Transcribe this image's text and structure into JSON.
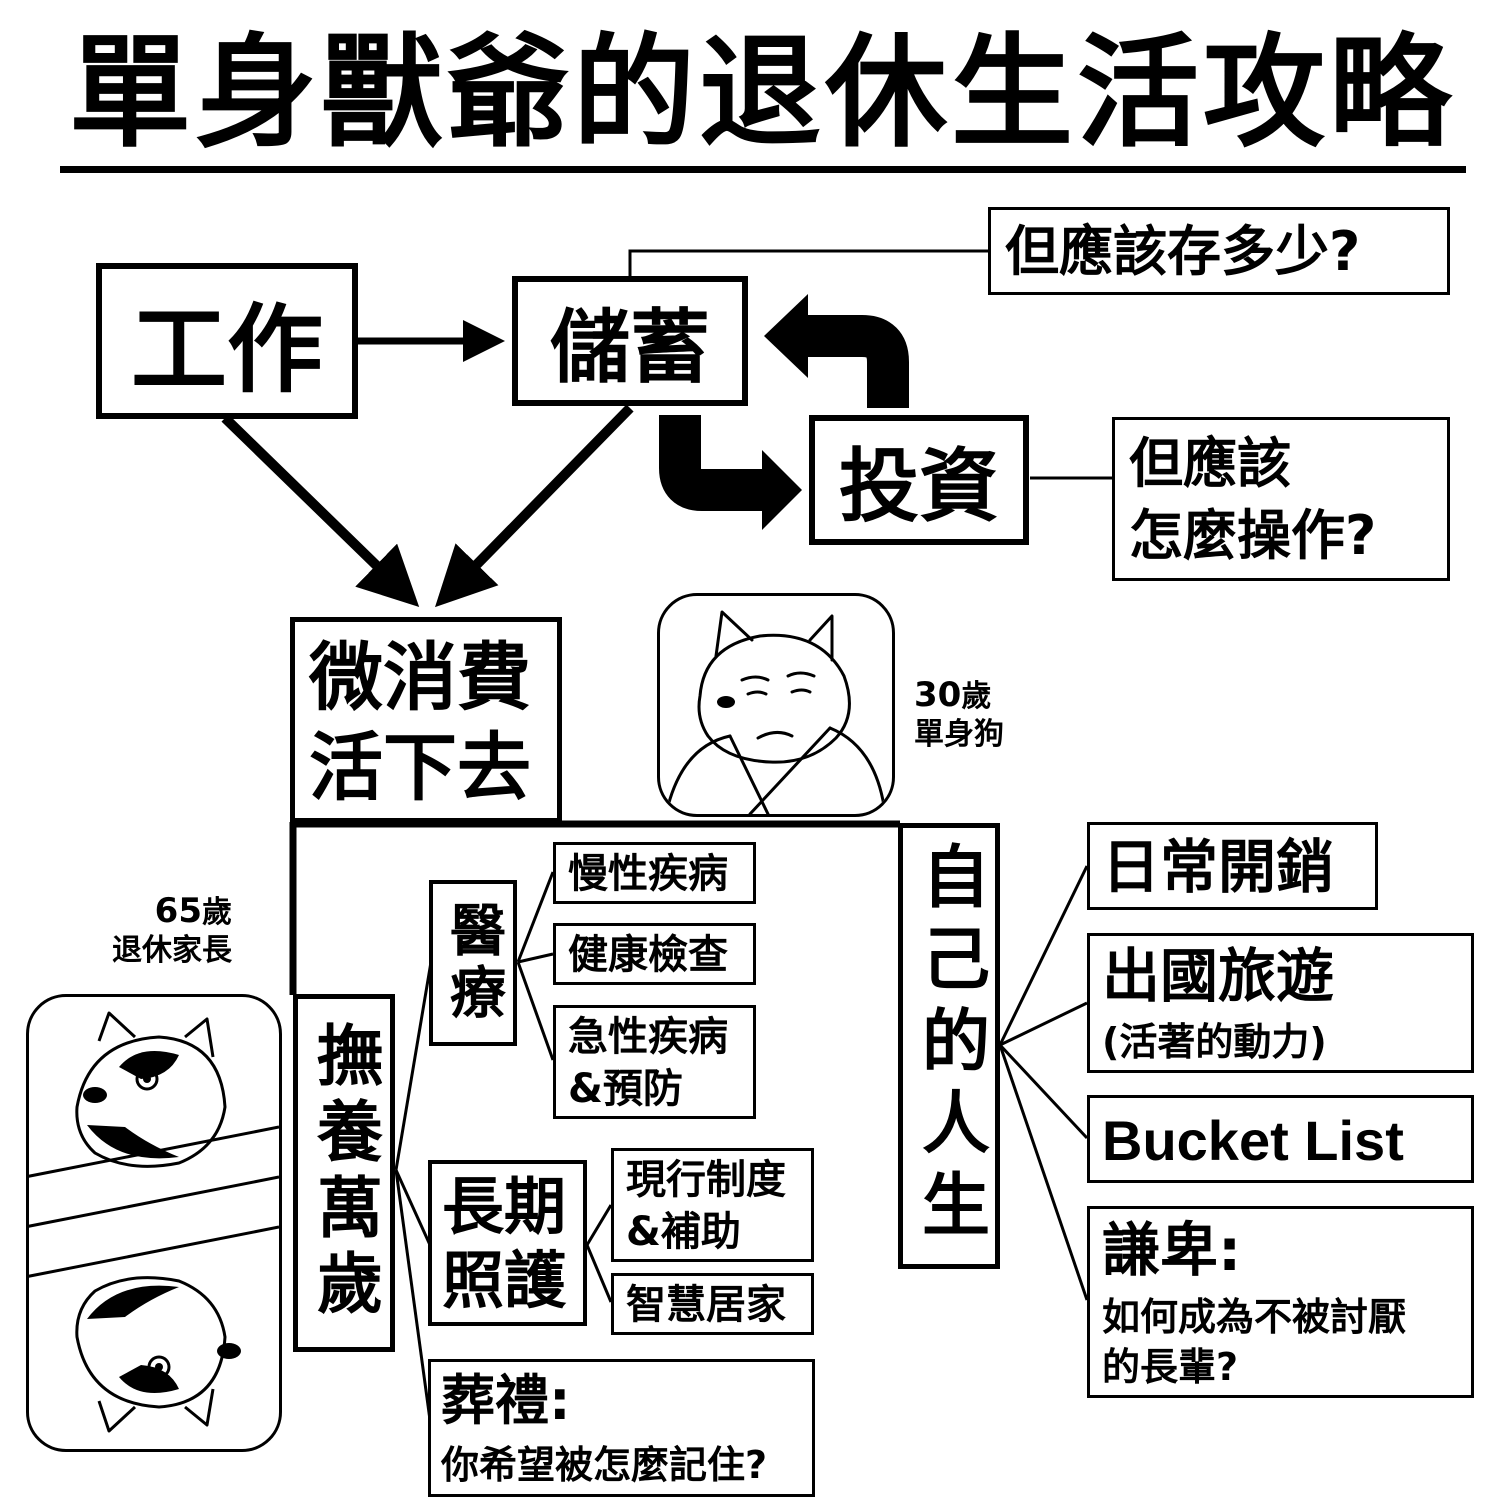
{
  "title": "單身獸爺的退休生活攻略",
  "nodes": {
    "work": "工作",
    "savings": "儲蓄",
    "invest": "投資",
    "frugal_line1": "微消費",
    "frugal_line2": "活下去",
    "own_life": "自己的人生",
    "support_elders": "撫養萬歲",
    "medical": "醫療",
    "long_term_care_line1": "長期",
    "long_term_care_line2": "照護"
  },
  "questions": {
    "how_much": "但應該存多少?",
    "how_operate_line1": "但應該",
    "how_operate_line2": "怎麼操作?"
  },
  "medical_items": {
    "chronic": "慢性疾病",
    "checkup": "健康檢查",
    "acute_line1": "急性疾病",
    "acute_line2": "&預防"
  },
  "care_items": {
    "policy_line1": "現行制度",
    "policy_line2": "&補助",
    "smart_home": "智慧居家"
  },
  "funeral": {
    "heading": "葬禮:",
    "sub": "你希望被怎麼記住?"
  },
  "life_items": {
    "daily": "日常開銷",
    "travel": "出國旅遊",
    "travel_sub": "(活著的動力)",
    "bucket": "Bucket List",
    "humble_heading": "謙卑:",
    "humble_sub_line1": "如何成為不被討厭",
    "humble_sub_line2": "的長輩?"
  },
  "characters": {
    "young": {
      "age": "30",
      "age_unit": "歲",
      "label": "單身狗"
    },
    "old": {
      "age": "65",
      "age_unit": "歲",
      "label": "退休家長"
    }
  }
}
